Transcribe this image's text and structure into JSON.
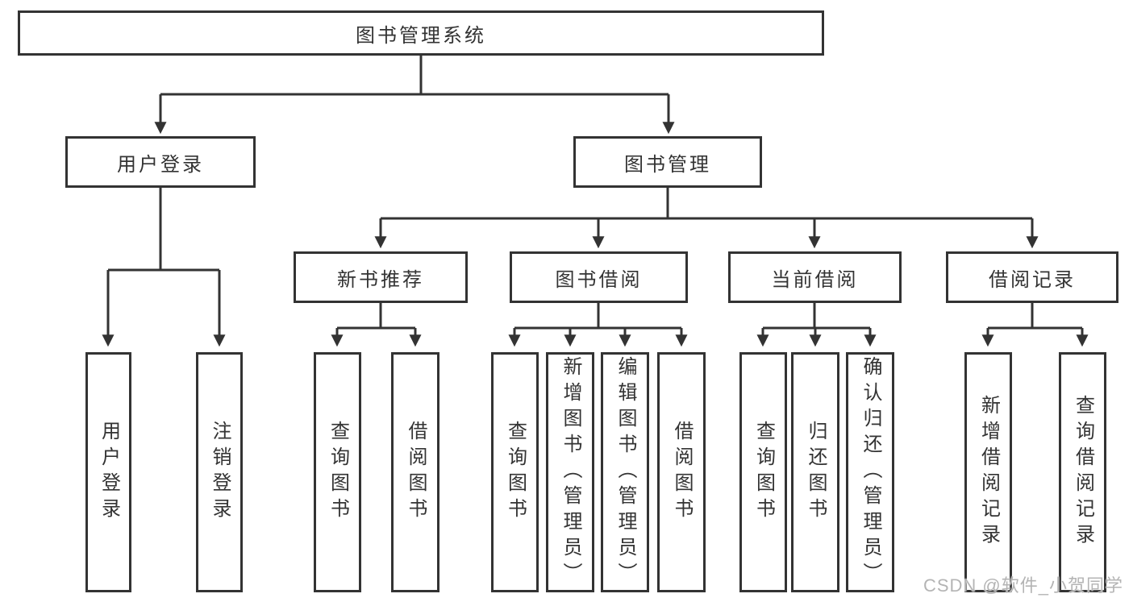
{
  "diagram": {
    "root": "图书管理系统",
    "level2": [
      "用户登录",
      "图书管理"
    ],
    "level3": [
      "新书推荐",
      "图书借阅",
      "当前借阅",
      "借阅记录"
    ],
    "leaves": {
      "user": [
        "用户登录",
        "注销登录"
      ],
      "recommend": [
        "查询图书",
        "借阅图书"
      ],
      "borrow": [
        "查询图书",
        "新增图书（管理员）",
        "编辑图书（管理员）",
        "借阅图书"
      ],
      "current": [
        "查询图书",
        "归还图书",
        "确认归还（管理员）"
      ],
      "records": [
        "新增借阅记录",
        "查询借阅记录"
      ]
    }
  },
  "watermark": "CSDN @软件_小贺同学",
  "colors": {
    "line": "#333333",
    "text": "#333333",
    "background": "#ffffff",
    "watermark": "#b4b4b4"
  }
}
